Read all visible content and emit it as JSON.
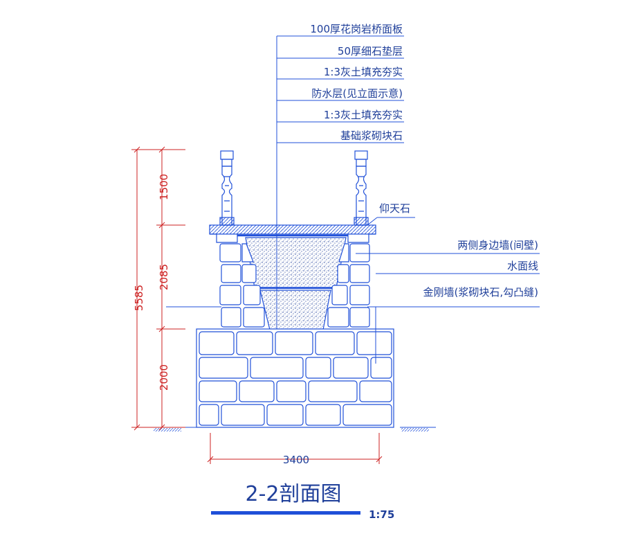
{
  "colors": {
    "line_blue": "#1f4fd8",
    "text_blue": "#1f3f9a",
    "dim_red": "#cc2020",
    "fill_dots": "#1f3f9a"
  },
  "labels": {
    "granite_deck": "100厚花岗岩桥面板",
    "gravel_cushion": "50厚细石垫层",
    "lime_soil_fill_1": "1:3灰土填充夯实",
    "waterproof_layer": "防水层(见立面示意)",
    "lime_soil_fill_2": "1:3灰土填充夯实",
    "foundation_stone": "基础浆砌块石",
    "upturned_stone": "仰天石",
    "side_walls": "两侧身边墙(间壁)",
    "water_line": "水面线",
    "diamond_wall": "金刚墙(浆砌块石,勾凸缝)"
  },
  "dimensions": {
    "total_height": "5585",
    "rail_height": "1500",
    "wall_height": "2085",
    "base_height": "2000",
    "width": "3400"
  },
  "title": {
    "name": "2-2剖面图",
    "scale": "1:75"
  }
}
